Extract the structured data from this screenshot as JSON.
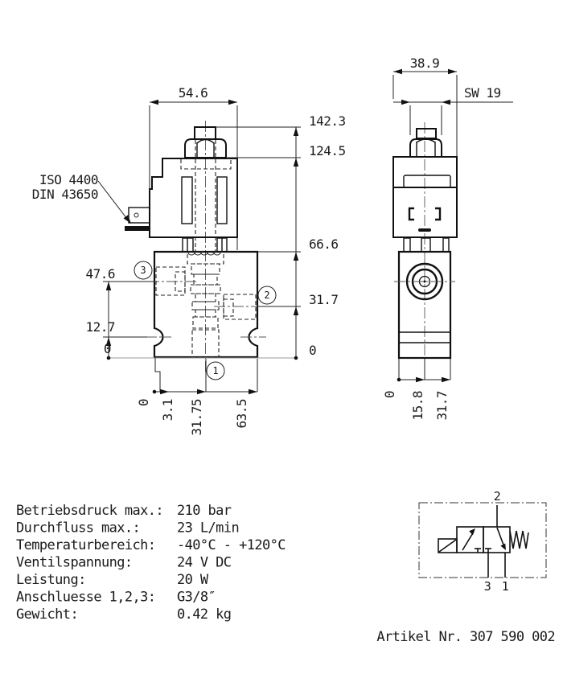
{
  "front_view": {
    "connector_standard": {
      "line1": "ISO 4400",
      "line2": "DIN 43650"
    },
    "width_dim": "54.6",
    "height_dims": [
      "142.3",
      "124.5",
      "66.6",
      "31.7",
      "0"
    ],
    "left_dims": [
      "47.6",
      "12.7",
      "0"
    ],
    "bottom_dims": [
      "0",
      "3.1",
      "31.75",
      "63.5"
    ],
    "ports": {
      "p1": "1",
      "p2": "2",
      "p3": "3"
    }
  },
  "side_view": {
    "width_dim": "38.9",
    "wrench_dim": "SW 19",
    "bottom_dims": [
      "0",
      "15.8",
      "31.7"
    ]
  },
  "specs": {
    "rows": [
      {
        "label": "Betriebsdruck max.:",
        "value": "210 bar"
      },
      {
        "label": "Durchfluss max.:",
        "value": "23 L/min"
      },
      {
        "label": "Temperaturbereich:",
        "value": "-40°C - +120°C"
      },
      {
        "label": "Ventilspannung:",
        "value": "24 V DC"
      },
      {
        "label": "Leistung:",
        "value": "20 W"
      },
      {
        "label": "Anschluesse 1,2,3:",
        "value": "G3/8″"
      },
      {
        "label": "Gewicht:",
        "value": "0.42 kg"
      }
    ]
  },
  "symbol": {
    "port_top": "2",
    "port_bottom_left": "3",
    "port_bottom_right": "1"
  },
  "footer": {
    "article_number": "Artikel Nr. 307 590 002"
  }
}
